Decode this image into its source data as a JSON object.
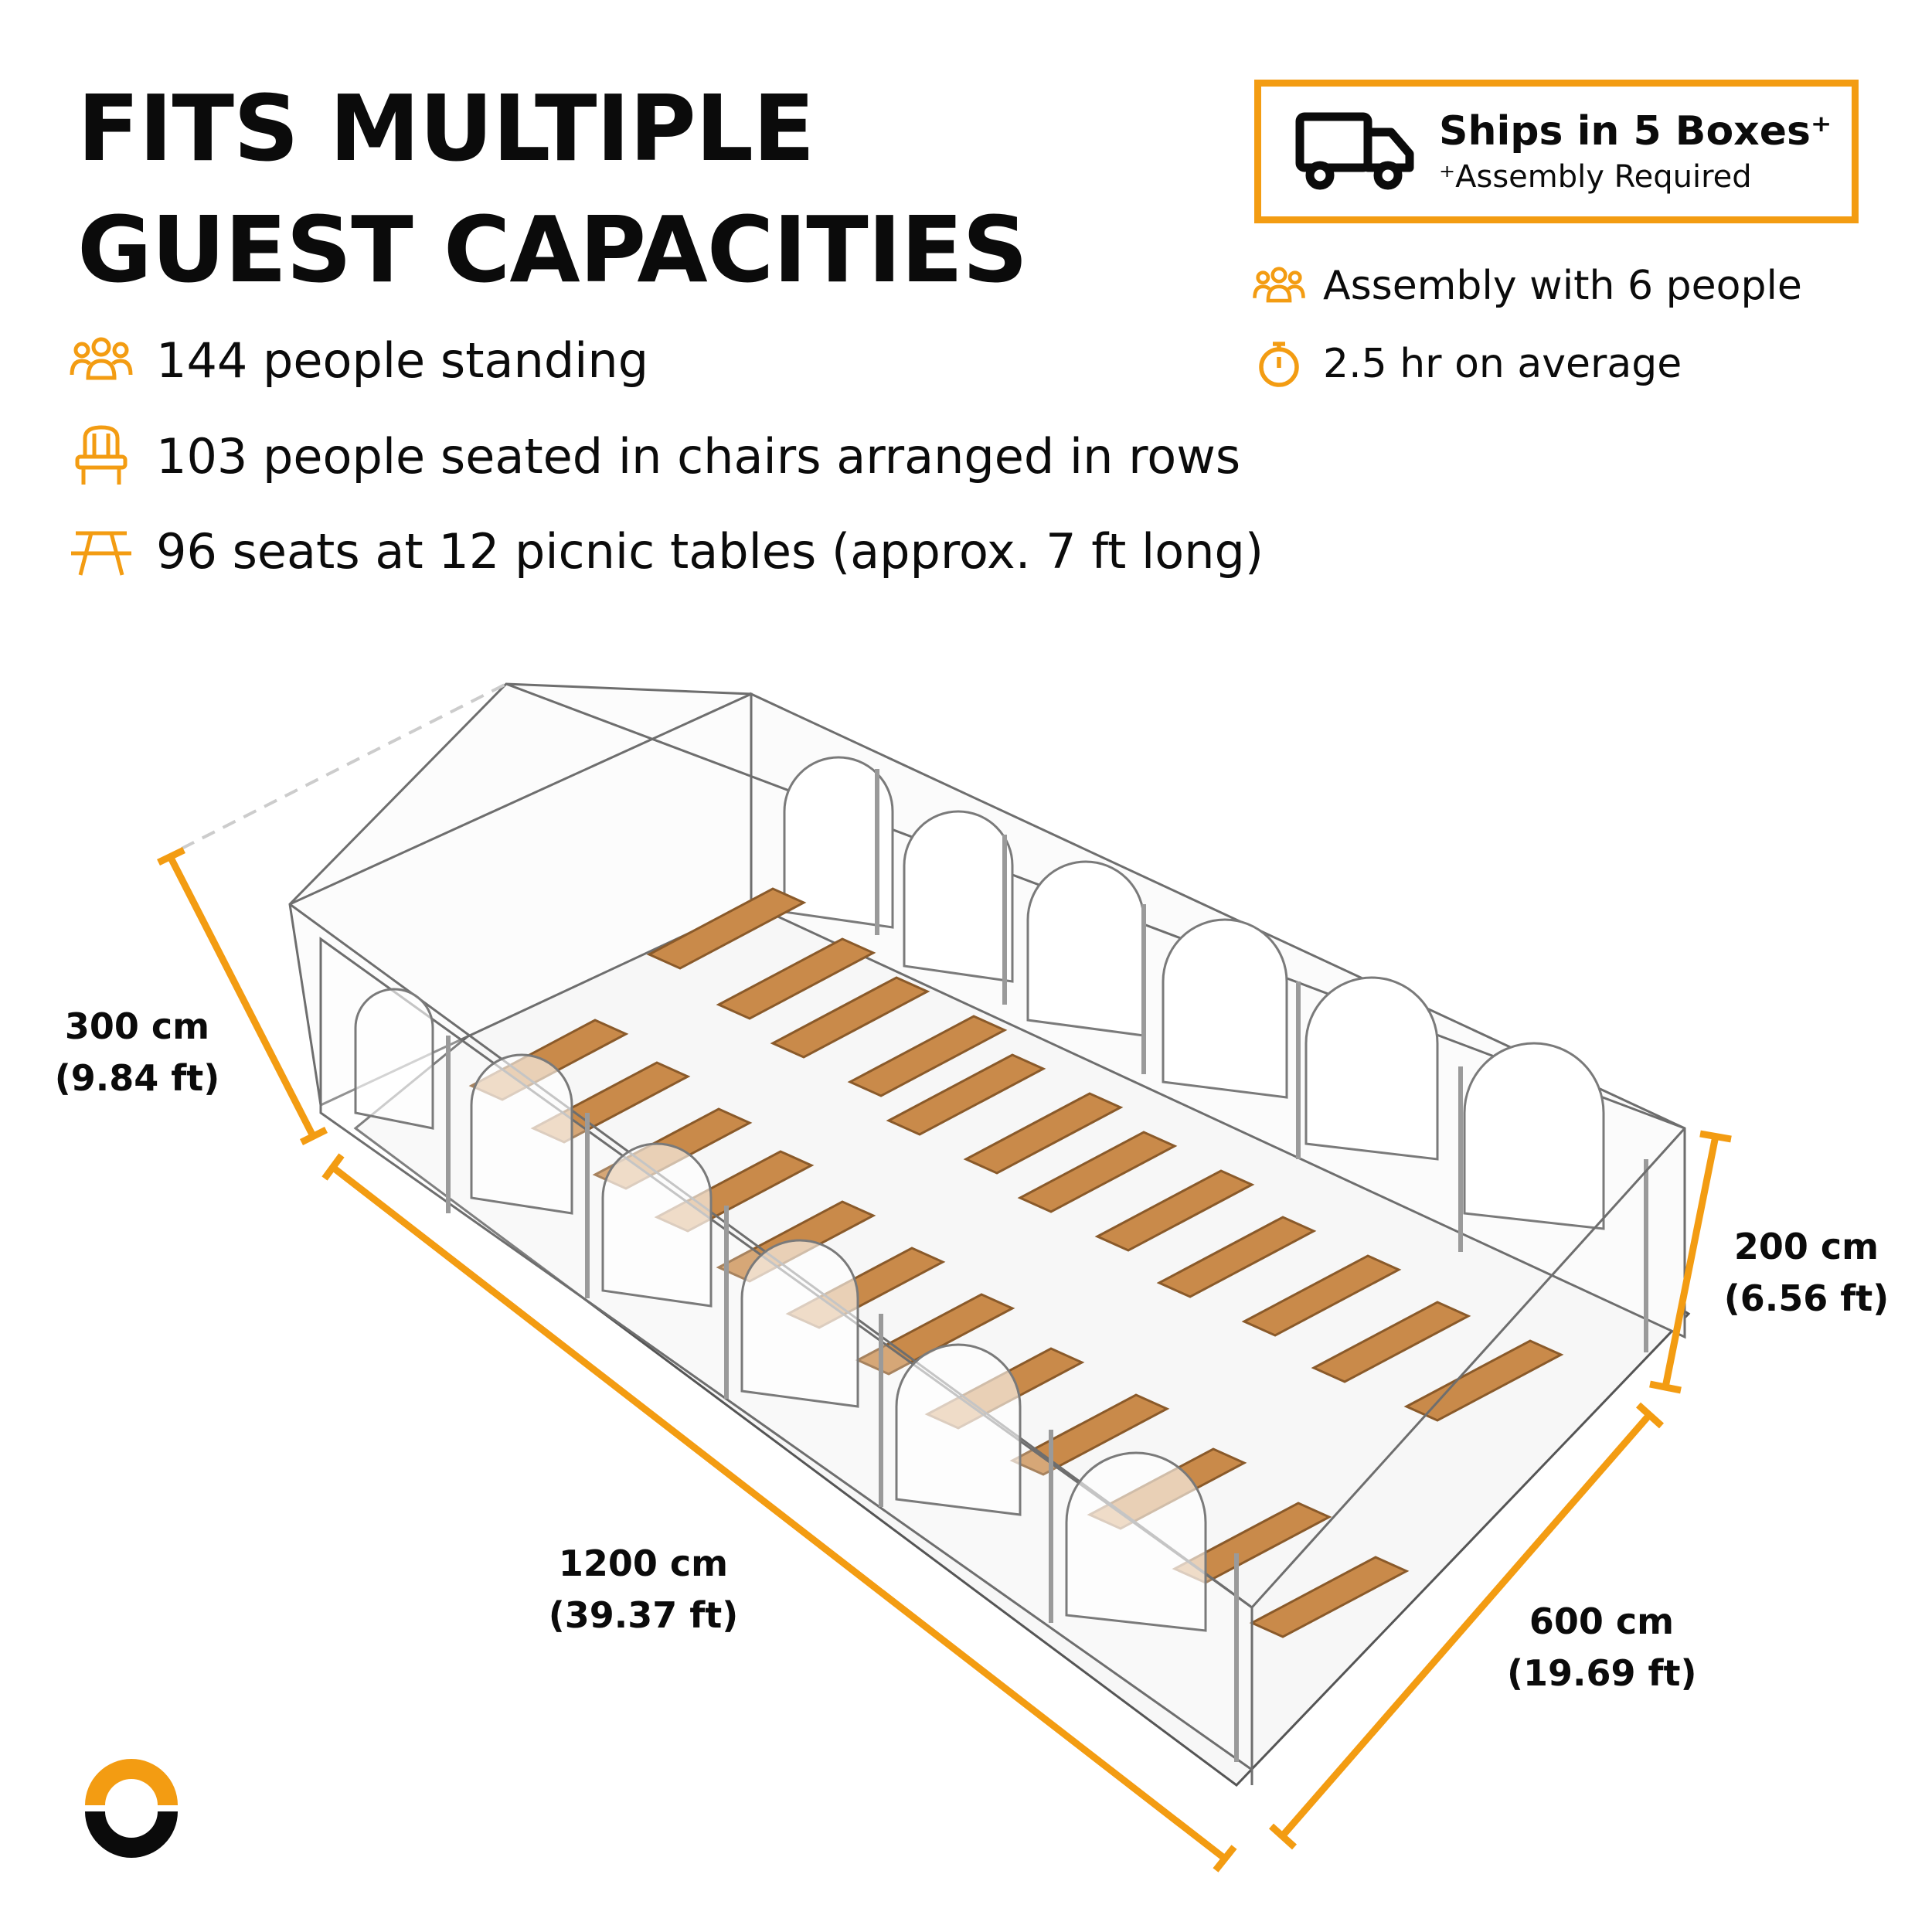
{
  "title": {
    "line1": "FITS MULTIPLE",
    "line2": "GUEST CAPACITIES"
  },
  "capacities": [
    {
      "icon": "people-group-icon",
      "text": "144 people standing"
    },
    {
      "icon": "chair-icon",
      "text": "103 people seated in chairs arranged in rows"
    },
    {
      "icon": "picnic-table-icon",
      "text": "96 seats at 12 picnic tables (approx. 7 ft long)"
    }
  ],
  "shipping": {
    "icon": "truck-icon",
    "main": "Ships in 5 Boxes⁺",
    "sub": "⁺Assembly Required"
  },
  "assembly": [
    {
      "icon": "people-group-icon",
      "text": "Assembly with 6 people"
    },
    {
      "icon": "stopwatch-icon",
      "text": "2.5 hr on average"
    }
  ],
  "dimensions": {
    "height_ridge": {
      "metric": "300 cm",
      "imperial": "(9.84 ft)"
    },
    "height_side": {
      "metric": "200 cm",
      "imperial": "(6.56 ft)"
    },
    "length": {
      "metric": "1200 cm",
      "imperial": "(39.37 ft)"
    },
    "width": {
      "metric": "600 cm",
      "imperial": "(19.69 ft)"
    }
  },
  "colors": {
    "accent": "#f39c12",
    "text": "#0b0b0b",
    "wood": "#c98a4a",
    "frame": "#8a8a8a"
  }
}
